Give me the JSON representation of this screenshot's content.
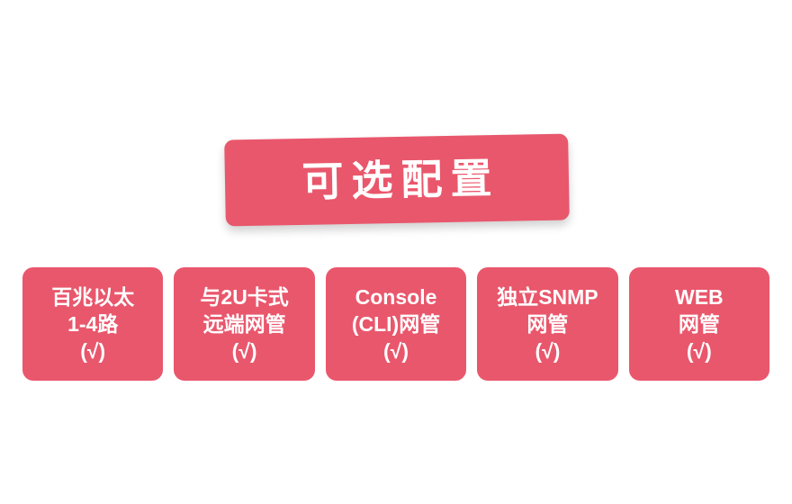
{
  "background_color": "#ffffff",
  "accent_color": "#e9576c",
  "text_color": "#ffffff",
  "banner": {
    "title": "可选配置"
  },
  "cards": [
    {
      "line1": "百兆以太",
      "line2": "1-4路",
      "check": "(√)"
    },
    {
      "line1": "与2U卡式",
      "line2": "远端网管",
      "check": "(√)"
    },
    {
      "line1": "Console",
      "line2": "(CLI)网管",
      "check": "(√)"
    },
    {
      "line1": "独立SNMP",
      "line2": "网管",
      "check": "(√)"
    },
    {
      "line1": "WEB",
      "line2": "网管",
      "check": "(√)"
    }
  ]
}
